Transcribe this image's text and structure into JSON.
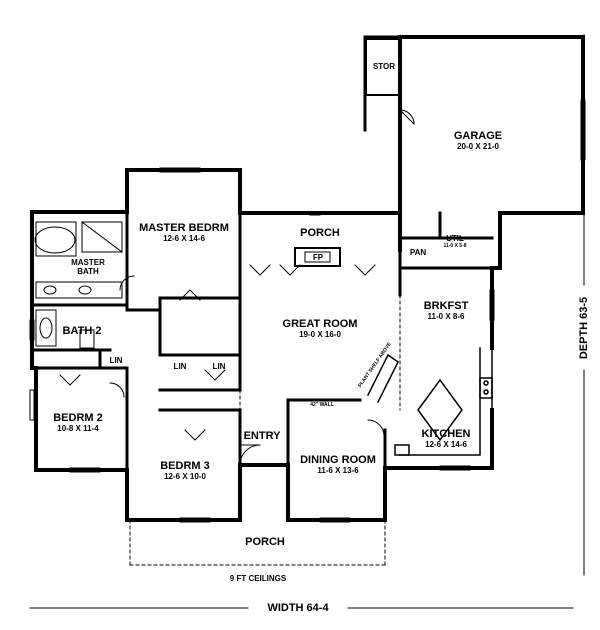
{
  "rooms": {
    "master_bedrm": {
      "name": "MASTER BEDRM",
      "size": "12-6 X 14-6"
    },
    "master_bath": {
      "name": "MASTER BATH"
    },
    "bath2": {
      "name": "BATH 2"
    },
    "lin1": {
      "name": "LIN"
    },
    "lin2": {
      "name": "LIN"
    },
    "lin3": {
      "name": "LIN"
    },
    "bedrm2": {
      "name": "BEDRM 2",
      "size": "10-8 X 11-4"
    },
    "bedrm3": {
      "name": "BEDRM 3",
      "size": "12-6 X 10-0"
    },
    "porch_rear": {
      "name": "PORCH"
    },
    "fp": {
      "name": "FP"
    },
    "great_room": {
      "name": "GREAT ROOM",
      "size": "19-0 X 16-0"
    },
    "entry": {
      "name": "ENTRY"
    },
    "dining_room": {
      "name": "DINING ROOM",
      "size": "11-6 X 13-6"
    },
    "porch_front": {
      "name": "PORCH"
    },
    "stor": {
      "name": "STOR"
    },
    "garage": {
      "name": "GARAGE",
      "size": "20-0 X 21-0"
    },
    "util": {
      "name": "UTIL",
      "size": "11-0 X 5-8"
    },
    "pan": {
      "name": "PAN"
    },
    "brkfst": {
      "name": "BRKFST",
      "size": "11-0 X 8-6"
    },
    "kitchen": {
      "name": "KITCHEN",
      "size": "12-6 X 14-6"
    }
  },
  "annotations": {
    "plant_shelf": "PLANT SHELF ABOVE",
    "wall_note": "42\" WALL",
    "ceilings": "9 FT CEILINGS"
  },
  "dimensions": {
    "width": "WIDTH 64-4",
    "depth": "DEPTH 63-5"
  }
}
